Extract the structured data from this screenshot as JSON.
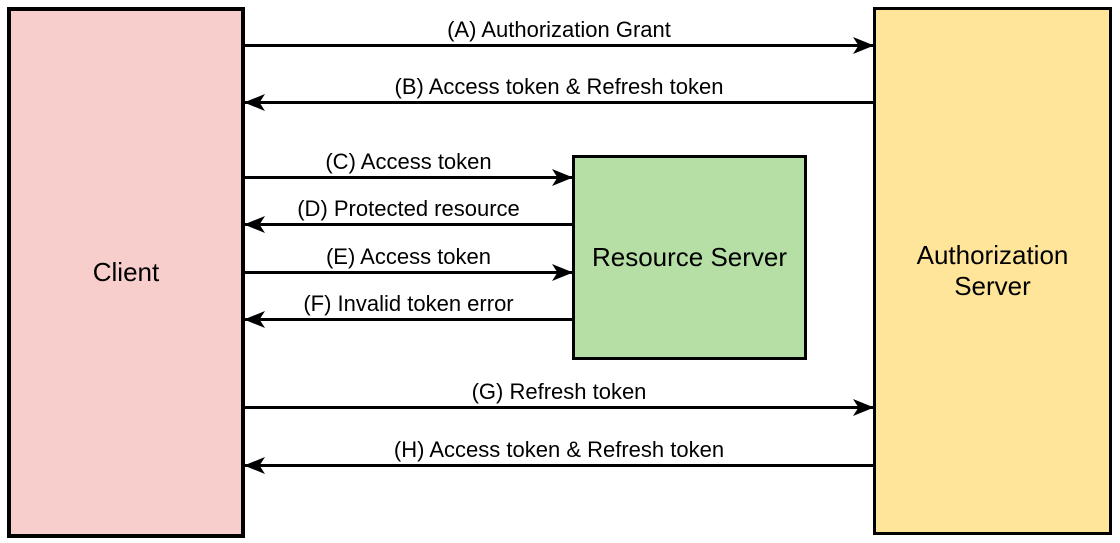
{
  "diagram": {
    "type": "oauth2-refresh-token-flow",
    "background": "#FFFFFF",
    "border_color": "#000000"
  },
  "boxes": {
    "client": {
      "label": "Client",
      "fill": "#F8CECC"
    },
    "resource_server": {
      "label": "Resource Server",
      "fill": "#B5DFA5"
    },
    "authorization_server": {
      "label": "Authorization Server",
      "fill": "#FFE599"
    }
  },
  "arrows": [
    {
      "id": "A",
      "label": "(A) Authorization Grant",
      "from": "client",
      "to": "authorization_server",
      "direction": "right"
    },
    {
      "id": "B",
      "label": "(B) Access token & Refresh token",
      "from": "authorization_server",
      "to": "client",
      "direction": "left"
    },
    {
      "id": "C",
      "label": "(C) Access token",
      "from": "client",
      "to": "resource_server",
      "direction": "right"
    },
    {
      "id": "D",
      "label": "(D) Protected resource",
      "from": "resource_server",
      "to": "client",
      "direction": "left"
    },
    {
      "id": "E",
      "label": "(E) Access token",
      "from": "client",
      "to": "resource_server",
      "direction": "right"
    },
    {
      "id": "F",
      "label": "(F) Invalid token error",
      "from": "resource_server",
      "to": "client",
      "direction": "left"
    },
    {
      "id": "G",
      "label": "(G) Refresh token",
      "from": "client",
      "to": "authorization_server",
      "direction": "right"
    },
    {
      "id": "H",
      "label": "(H) Access token & Refresh token",
      "from": "authorization_server",
      "to": "client",
      "direction": "left"
    }
  ]
}
